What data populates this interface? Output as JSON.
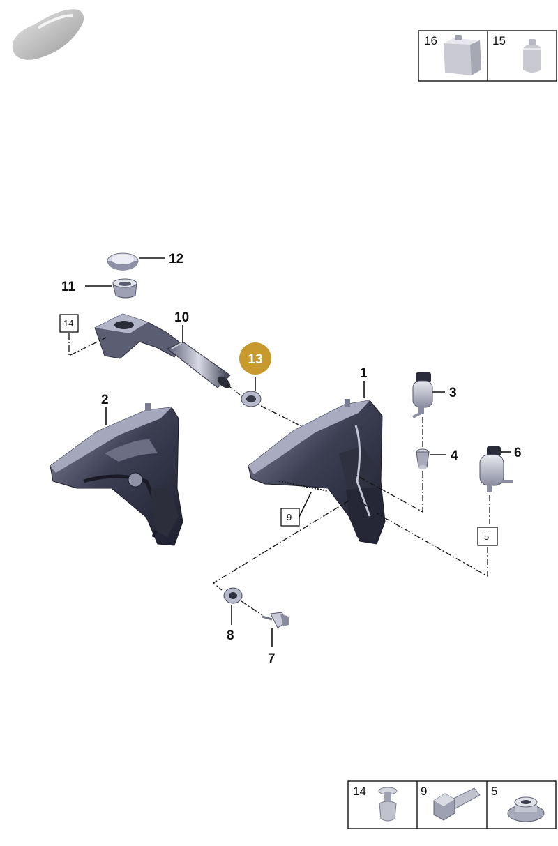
{
  "callouts": {
    "p1": "1",
    "p2": "2",
    "p3": "3",
    "p4": "4",
    "p6": "6",
    "p7": "7",
    "p8": "8",
    "p10": "10",
    "p11": "11",
    "p12": "12"
  },
  "boxed_labels": {
    "b14": "14",
    "b9": "9",
    "b5": "5"
  },
  "highlight": {
    "label": "13",
    "color": "#C89A2E"
  },
  "legend_top": {
    "left": "16",
    "right": "15"
  },
  "legend_bottom": {
    "c1": "14",
    "c2": "9",
    "c3": "5"
  },
  "colors": {
    "part_fill": "#3a3d4e",
    "part_dark": "#1f2130",
    "part_light": "#b9bcd0",
    "line": "#111111"
  }
}
